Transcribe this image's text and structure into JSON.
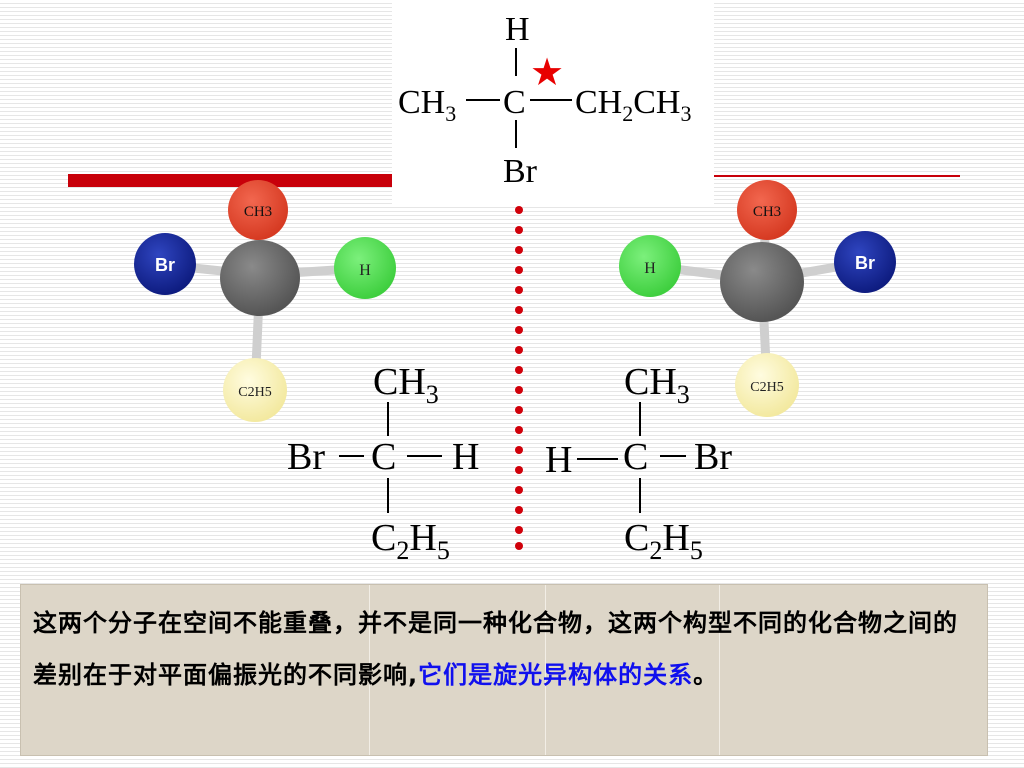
{
  "top_formula": {
    "h": "H",
    "ch3": "CH",
    "ch3_sub": "3",
    "c": "C",
    "ch2ch3_a": "CH",
    "ch2ch3_sub1": "2",
    "ch2ch3_b": "CH",
    "ch2ch3_sub2": "3",
    "br": "Br",
    "star": "★"
  },
  "model_left": {
    "ch3_label": "CH3",
    "br_label": "Br",
    "h_label": "H",
    "c2h5_label": "C2H5"
  },
  "model_right": {
    "ch3_label": "CH3",
    "br_label": "Br",
    "h_label": "H",
    "c2h5_label": "C2H5"
  },
  "formula_left": {
    "top": "CH",
    "top_sub": "3",
    "left": "Br",
    "center": "C",
    "right": "H",
    "bottom_a": "C",
    "bottom_sub1": "2",
    "bottom_b": "H",
    "bottom_sub2": "5"
  },
  "formula_right": {
    "top": "CH",
    "top_sub": "3",
    "left": "H",
    "center": "C",
    "right": "Br",
    "bottom_a": "C",
    "bottom_sub1": "2",
    "bottom_b": "H",
    "bottom_sub2": "5"
  },
  "colors": {
    "accent_red": "#c8000a",
    "ch3_ball": "#e8452e",
    "br_ball": "#1c2fa0",
    "h_ball": "#5fe35f",
    "c_ball": "#6b6b6b",
    "c2h5_ball": "#fbf3b4",
    "highlight_text": "#1010ee"
  },
  "info": {
    "line1": "这两个分子在空间不能重叠，并不是同一种化合物，这两个构型不同的化合物之间的差别在于对平面偏振光的不同影响,",
    "highlight": "它们是旋光异构体的关系",
    "end": "。"
  }
}
